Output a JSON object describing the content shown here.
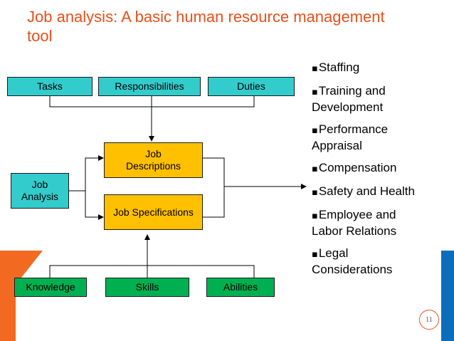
{
  "slide": {
    "title": "Job analysis: A basic human resource management tool",
    "page_number": "11"
  },
  "diagram": {
    "top_row": [
      "Tasks",
      "Responsibilities",
      "Duties"
    ],
    "job_analysis": "Job Analysis",
    "job_descriptions": "Job Descriptions",
    "job_specifications": "Job Specifications",
    "bottom_row": [
      "Knowledge",
      "Skills",
      "Abilities"
    ]
  },
  "uses": [
    "Staffing",
    "Training and Development",
    "Performance Appraisal",
    "Compensation",
    "Safety and Health",
    "Employee and Labor Relations",
    "Legal Considerations"
  ],
  "colors": {
    "title": "#e8501a",
    "teal": "#33cccc",
    "yellow": "#ffc000",
    "green": "#00b050",
    "band_blue": "#0a6ebd",
    "band_orange": "#f26a21"
  }
}
